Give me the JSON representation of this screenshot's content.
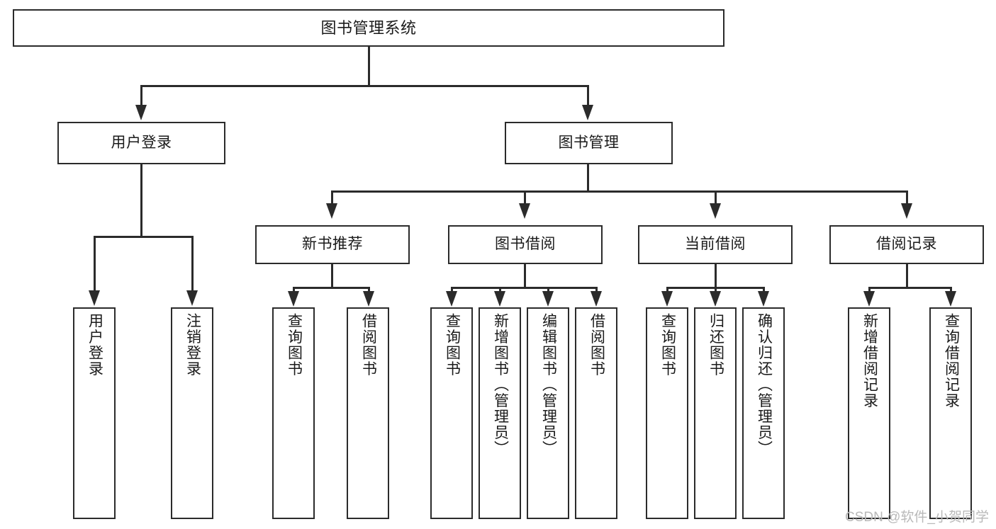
{
  "diagram": {
    "type": "tree-hierarchy",
    "title": "图书管理系统",
    "root": {
      "label": "图书管理系统"
    },
    "level2": [
      {
        "id": "user-login",
        "label": "用户登录"
      },
      {
        "id": "book-management",
        "label": "图书管理"
      }
    ],
    "level3": [
      {
        "id": "new-book-recommend",
        "label": "新书推荐",
        "parent": "book-management"
      },
      {
        "id": "book-borrow",
        "label": "图书借阅",
        "parent": "book-management"
      },
      {
        "id": "current-borrow",
        "label": "当前借阅",
        "parent": "book-management"
      },
      {
        "id": "borrow-record",
        "label": "借阅记录",
        "parent": "book-management"
      }
    ],
    "leaves": [
      {
        "id": "leaf-user-login",
        "label": "用户登录",
        "parent": "user-login"
      },
      {
        "id": "leaf-logout",
        "label": "注销登录",
        "parent": "user-login"
      },
      {
        "id": "leaf-query-book-1",
        "label": "查询图书",
        "parent": "new-book-recommend"
      },
      {
        "id": "leaf-borrow-book-1",
        "label": "借阅图书",
        "parent": "new-book-recommend"
      },
      {
        "id": "leaf-query-book-2",
        "label": "查询图书",
        "parent": "book-borrow"
      },
      {
        "id": "leaf-add-book",
        "label": "新增图书（管理员）",
        "parent": "book-borrow"
      },
      {
        "id": "leaf-edit-book",
        "label": "编辑图书（管理员）",
        "parent": "book-borrow"
      },
      {
        "id": "leaf-borrow-book-2",
        "label": "借阅图书",
        "parent": "book-borrow"
      },
      {
        "id": "leaf-query-book-3",
        "label": "查询图书",
        "parent": "current-borrow"
      },
      {
        "id": "leaf-return-book",
        "label": "归还图书",
        "parent": "current-borrow"
      },
      {
        "id": "leaf-confirm-return",
        "label": "确认归还（管理员）",
        "parent": "current-borrow"
      },
      {
        "id": "leaf-add-record",
        "label": "新增借阅记录",
        "parent": "borrow-record"
      },
      {
        "id": "leaf-query-record",
        "label": "查询借阅记录",
        "parent": "borrow-record"
      }
    ]
  },
  "watermark": {
    "text": "CSDN @软件_小贺同学"
  },
  "colors": {
    "line": "#2b2b2b",
    "box_border": "#2b2b2b",
    "box_fill": "#ffffff",
    "text": "#1a1a1a",
    "watermark": "#b9b9b9",
    "background": "#ffffff"
  }
}
